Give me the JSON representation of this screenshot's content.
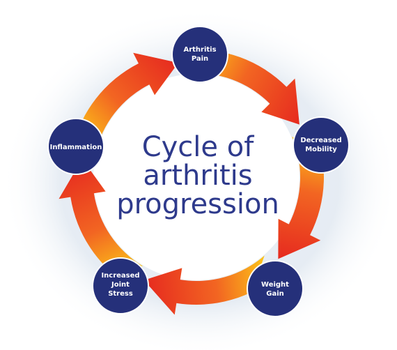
{
  "diagram": {
    "title_lines": [
      "Cycle of",
      "arthritis",
      "progression"
    ],
    "nodes": [
      {
        "id": "arthritis-pain",
        "lines": [
          "Arthritis",
          "Pain"
        ]
      },
      {
        "id": "decreased-mobility",
        "lines": [
          "Decreased",
          "Mobility"
        ]
      },
      {
        "id": "weight-gain",
        "lines": [
          "Weight",
          "Gain"
        ]
      },
      {
        "id": "increased-joint-stress",
        "lines": [
          "Increased",
          "Joint",
          "Stress"
        ]
      },
      {
        "id": "inflammation",
        "lines": [
          "Inflammation"
        ]
      }
    ],
    "colors": {
      "node_fill": "#25307a",
      "node_stroke": "#ffffff",
      "title": "#2e3a8c",
      "arrow_dark": "#e62a1f",
      "arrow_mid": "#f26522",
      "arrow_light": "#fdd017",
      "backdrop": "#dfe8f1"
    }
  }
}
